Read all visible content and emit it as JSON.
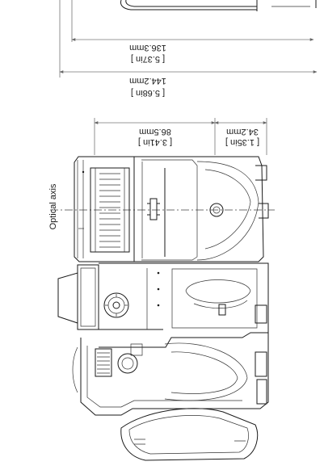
{
  "labels": {
    "optical_axis": "Optical axis"
  },
  "dimensions": {
    "width_body_mm": "136.3mm",
    "width_body_in": "[ 5.37in ]",
    "width_total_mm": "144.2mm",
    "width_total_in": "[ 5.68in ]",
    "lens_offset_mm": "86.5mm",
    "lens_offset_in": "[ 3.41in ]",
    "strap_offset_mm": "34.2mm",
    "strap_offset_in": "[ 1.35in ]"
  }
}
